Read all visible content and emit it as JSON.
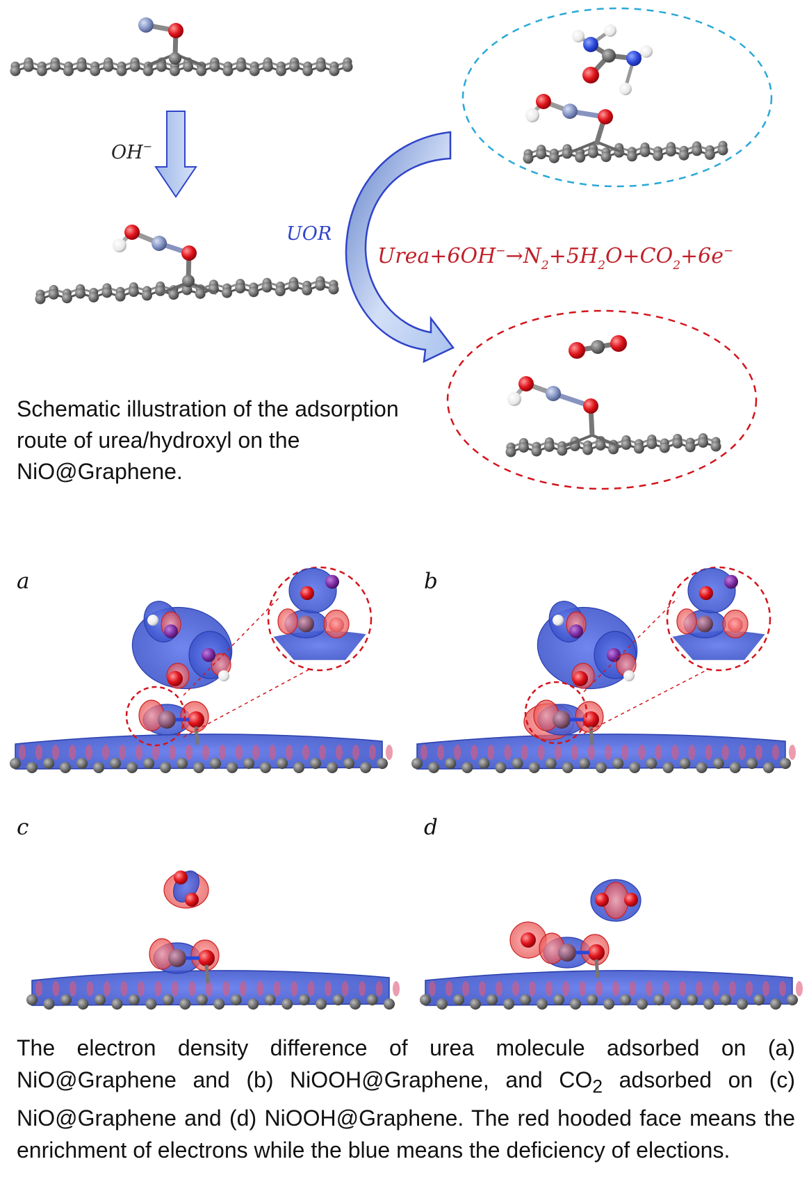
{
  "scheme": {
    "oh_label": "OH",
    "oh_superscript": "−",
    "uor_label": "UOR",
    "reaction": {
      "p1": "Urea+6OH",
      "s1": "−",
      "p2": "→N",
      "s2": "2",
      "p3": "+5H",
      "s3": "2",
      "p4": "O+CO",
      "s4": "2",
      "p5": "+6e",
      "s5": "−"
    },
    "caption": "Schematic illustration of the adsorption route of urea/hydroxyl on the NiO@Graphene."
  },
  "panels": {
    "a": "a",
    "b": "b",
    "c": "c",
    "d": "d"
  },
  "caption2": {
    "part1": "The electron density difference of urea molecule adsorbed on (a) NiO@Graphene and (b) NiOOH@Graphene, and CO",
    "sub": "2",
    "part2": " adsorbed on (c) NiO@Graphene and (d) NiOOH@Graphene. The red hooded face means the enrichment of electrons while the blue means the deficiency of elections."
  },
  "colors": {
    "carbon": "#6e6e6e",
    "oxygen": "#e0141c",
    "nitrogen_ni": "#7f8fc0",
    "hydrogen": "#f2f2f2",
    "arrow_fill": "#b9cdee",
    "arrow_stroke": "#2f44c8",
    "handwriting": "#c0202a",
    "ellipse_top": "#29a8d8",
    "ellipse_bottom": "#d4141c",
    "isosurface_blue": "#3d55d0",
    "isosurface_red": "#e45454"
  }
}
